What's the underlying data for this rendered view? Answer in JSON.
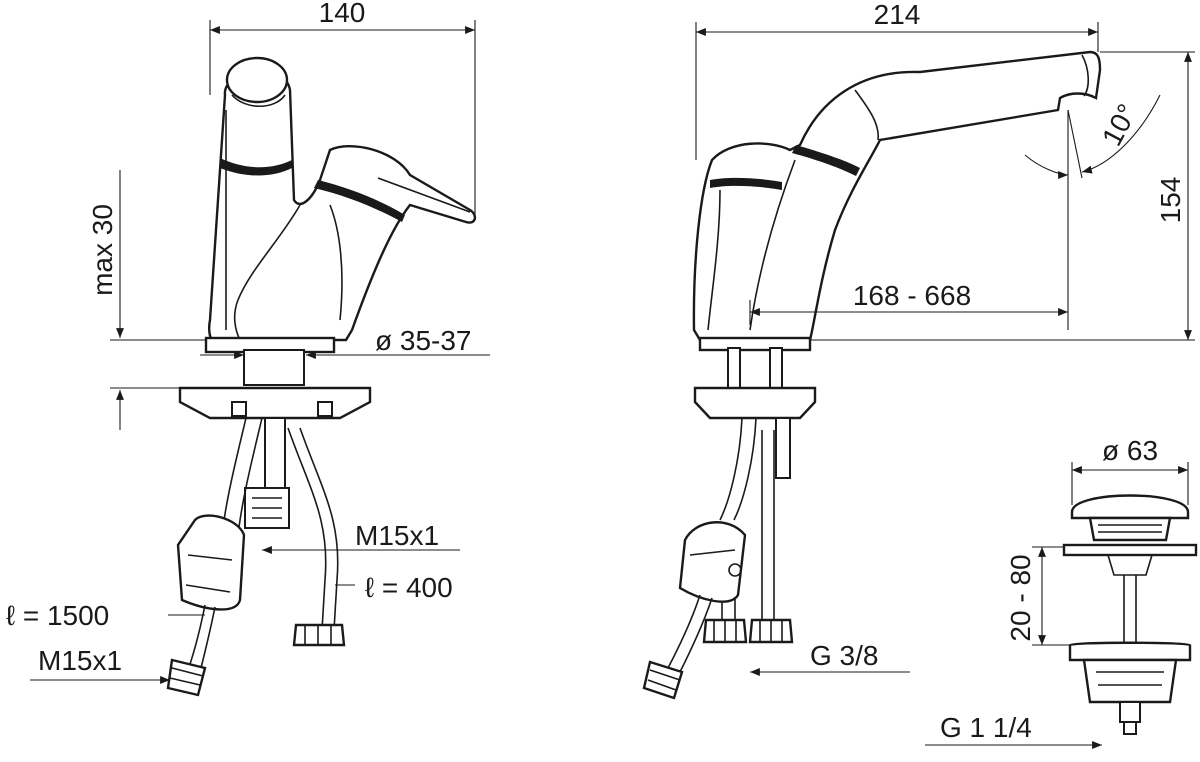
{
  "front_view": {
    "width_label": "140",
    "max_label": "max 30",
    "hole_diameter_label": "ø 35-37",
    "connector_label": "M15x1",
    "hose_short_length_label": "ℓ = 400",
    "hose_long_length_label": "ℓ = 1500",
    "hose_thread_label": "M15x1"
  },
  "side_view": {
    "width_label": "214",
    "angle_label": "10°",
    "height_label": "154",
    "reach_label": "168 - 668",
    "thread_label": "G 3/8"
  },
  "waste_view": {
    "diameter_label": "ø 63",
    "range_label": "20 - 80",
    "thread_label": "G 1 1/4"
  }
}
